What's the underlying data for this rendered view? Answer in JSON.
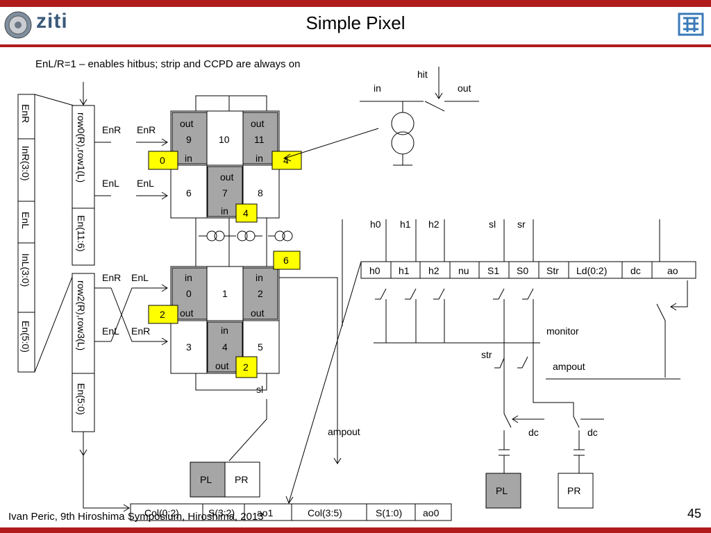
{
  "header": {
    "logo_text": "ziti",
    "title": "Simple Pixel",
    "colors": {
      "bar": "#b01c1c",
      "gray_cell": "#a6a6a6",
      "highlight": "#ffff00"
    }
  },
  "caption": "EnL/R=1 – enables hitbus; strip and CCPD are always on",
  "left_vertical_labels": [
    "EnR",
    "InR(3:0)",
    "EnL",
    "InL(3:0)",
    "En(5:0)"
  ],
  "reg_top": [
    "row0(R),row1(L)",
    "En(11:6)"
  ],
  "reg_bottom": [
    "row2(R),row3(L)",
    "En(5:0)"
  ],
  "en_labels": {
    "enr": "EnR",
    "enl": "EnL"
  },
  "cells_top": {
    "out": "out",
    "in": "in",
    "c9": "9",
    "c10": "10",
    "c11": "11",
    "c6": "6",
    "c7": "7",
    "c8": "8"
  },
  "cells_bottom": {
    "c0": "0",
    "c1": "1",
    "c2": "2",
    "c3": "3",
    "c4": "4",
    "c5": "5"
  },
  "yellow_tags": [
    "0",
    "4",
    "4",
    "6",
    "2",
    "2"
  ],
  "pixel_io": {
    "hit": "hit",
    "in": "in",
    "out": "out"
  },
  "switch_labels": [
    "h0",
    "h1",
    "h2",
    "sl",
    "sr"
  ],
  "config_register": [
    "h0",
    "h1",
    "h2",
    "nu",
    "S1",
    "S0",
    "Str",
    "Ld(0:2)",
    "dc",
    "ao"
  ],
  "signals": {
    "monitor": "monitor",
    "str": "str",
    "ampout": "ampout",
    "dc": "dc",
    "sl": "sl"
  },
  "pl_pr": {
    "pl": "PL",
    "pr": "PR"
  },
  "col_register": [
    "Col(0:2)",
    "S(3:2)",
    "ao1",
    "Col(3:5)",
    "S(1:0)",
    "ao0"
  ],
  "footer": {
    "author": "Ivan Peric, 9th Hiroshima Symposium, Hiroshima, 2013",
    "page": "45"
  }
}
